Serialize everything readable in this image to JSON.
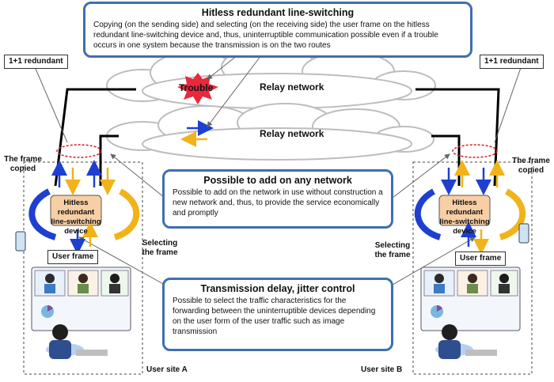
{
  "callouts": {
    "hitless": {
      "title": "Hitless redundant line-switching",
      "body": "Copying (on the sending side) and selecting (on the receiving side) the user frame on the hitless redundant line-switching device and, thus, uninterruptible communication possible even if a trouble occurs in one system because the transmission is on the two routes"
    },
    "any_network": {
      "title": "Possible to add on any network",
      "body": "Possible to add on the network in use without construction a new network and, thus, to provide the service economically and promptly"
    },
    "delay": {
      "title": "Transmission delay, jitter control",
      "body": "Possible to select the traffic characteristics for the forwarding between the uninterruptible devices depending on the user form of the user traffic such as image transmission"
    }
  },
  "labels": {
    "redundant_left": "1+1 redundant",
    "redundant_right": "1+1 redundant",
    "relay1": "Relay network",
    "relay2": "Relay network",
    "trouble": "Trouble",
    "copied_left": "The frame copied",
    "copied_right": "The frame copied",
    "device_left": "Hitless redundant line-switching device",
    "device_right": "Hitless redundant line-switching device",
    "selecting_left": "Selecting the frame",
    "selecting_right": "Selecting the frame",
    "user_frame_left": "User frame",
    "user_frame_right": "User frame",
    "site_a": "User site A",
    "site_b": "User site B"
  },
  "colors": {
    "callout_border": "#3f6fb0",
    "arrow_blue": "#1f3fd0",
    "arrow_yellow": "#f2b31a",
    "device_fill": "#f8cfa5",
    "trouble_red": "#e8283c",
    "link_red": "#d62020"
  }
}
